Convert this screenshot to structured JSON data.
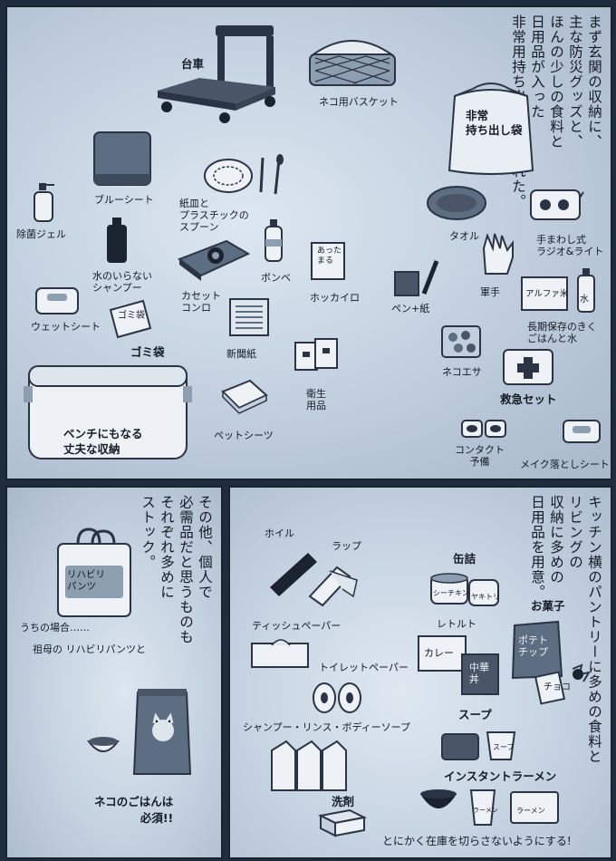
{
  "panel1": {
    "narration": "まず玄関の収納に、\n主な防災グッズと、\nほんの少しの食料と\n日用品が入った\n非常用持ち出し袋を入れた。",
    "labels": {
      "cart": "台車",
      "cat_basket": "ネコ用バスケット",
      "emergency_bag": "非常\n持ち出し袋",
      "blue_sheet": "ブルーシート",
      "paper_plates": "紙皿と\nプラスチックの\nスプーン",
      "sanitizer": "除菌ジェル",
      "waterless_shampoo": "水のいらない\nシャンプー",
      "wet_sheet": "ウェットシート",
      "garbage_bag": "ゴミ袋",
      "garbage_bag_print": "ゴミ袋",
      "cassette_stove": "カセット\nコンロ",
      "gas_can": "ボンベ",
      "hand_warmer": "ホッカイロ",
      "hand_warmer_print": "あった\nまる",
      "newspaper": "新聞紙",
      "sanitary": "衛生\n用品",
      "pet_sheet": "ペットシーツ",
      "bench_box": "ベンチにもなる\n丈夫な収納",
      "towel": "タオル",
      "radio": "手まわし式\nラジオ&ライト",
      "pen_paper": "ペン+紙",
      "gloves": "軍手",
      "alpha_rice_print": "アルファ米",
      "water_print": "水",
      "long_food": "長期保存のきく\nごはんと水",
      "cat_food": "ネコエサ",
      "first_aid": "救急セット",
      "contacts": "コンタクト\n予備",
      "makeup": "メイク落としシート"
    }
  },
  "panel2": {
    "narration": "その他、個人で\n必需品だと思うものも\nそれぞれ多めに\nストック。",
    "labels": {
      "bag_print": "リハビリ\nパンツ",
      "our_case": "うちの場合……",
      "rehab_pants": "祖母の リハビリパンツと",
      "cat_meal": "ネコのごはんは\n必須!!"
    }
  },
  "panel3": {
    "narration": "キッチン横のパントリーに多めの食料と\nリビングの\n収納に多めの\n日用品を用意。",
    "labels": {
      "foil": "ホイル",
      "wrap": "ラップ",
      "tissue": "ティッシュペーパー",
      "toilet_paper": "トイレットペーパー",
      "shampoo": "シャンプー・リンス・ボディーソープ",
      "detergent": "洗剤",
      "canned": "缶詰",
      "can1_print": "シーチキン",
      "can2_print": "ヤキトリ",
      "retort": "レトルト",
      "curry_print": "カレー",
      "chuka_print": "中華\n丼",
      "snacks": "お菓子",
      "chips_print": "ポテト\nチップ",
      "choco_print": "チョコ",
      "soup": "スープ",
      "soup_print": "スープ",
      "ramen": "インスタントラーメン",
      "ramen_print": "ラーメン",
      "closing": "とにかく在庫を切らさないようにする!"
    }
  }
}
